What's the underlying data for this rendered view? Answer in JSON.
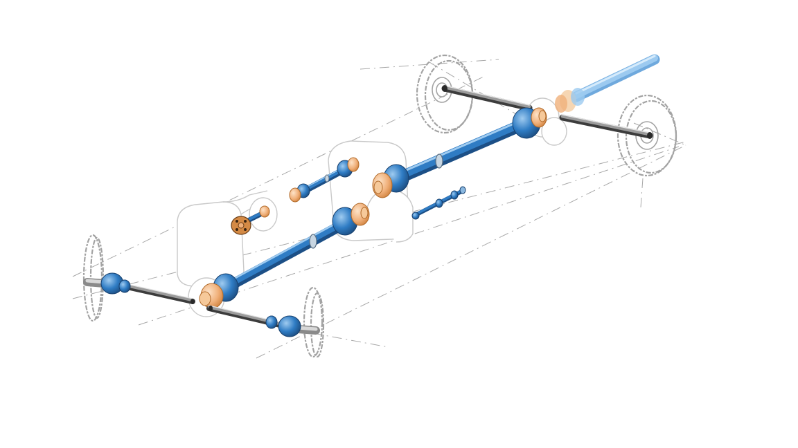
{
  "illustration": {
    "description_visible_text": "",
    "colors": {
      "background": "#ffffff",
      "shaft_blue": "#2f7cc4",
      "shaft_blue_dark": "#1c4f86",
      "shaft_highlight": "#7fb6e6",
      "flange_orange": "#f0b07a",
      "flange_orange_dark": "#c9772f",
      "axle_steel": "#7d7d7d",
      "axle_dark": "#3c3c3c",
      "sketch_gray": "#a3a3a3",
      "ghost_outline": "#c9c9c9"
    },
    "components": [
      {
        "name": "rear-drive-shaft",
        "icon": "propeller-shaft-icon"
      },
      {
        "name": "front-drive-shaft",
        "icon": "propeller-shaft-icon"
      },
      {
        "name": "intermediate-shaft",
        "icon": "propeller-shaft-icon"
      },
      {
        "name": "steering-shaft",
        "icon": "small-shaft-icon"
      },
      {
        "name": "front-left-half-shaft",
        "icon": "cv-axle-icon"
      },
      {
        "name": "front-right-half-shaft",
        "icon": "cv-axle-icon"
      },
      {
        "name": "rear-left-half-shaft",
        "icon": "axle-icon"
      },
      {
        "name": "rear-right-half-shaft",
        "icon": "axle-icon"
      },
      {
        "name": "flexible-coupling",
        "icon": "coupling-icon"
      },
      {
        "name": "gearbox-housing",
        "icon": "housing-outline-icon"
      },
      {
        "name": "transfer-case-housing",
        "icon": "housing-outline-icon"
      }
    ]
  }
}
